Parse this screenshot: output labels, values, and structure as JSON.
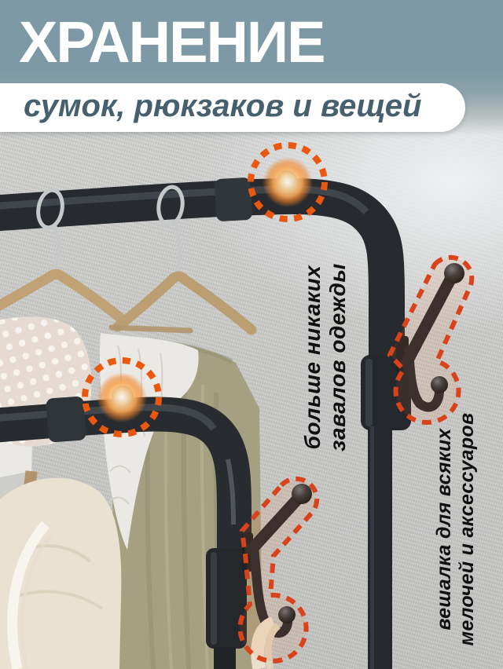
{
  "title": "ХРАНЕНИЕ",
  "banner": {
    "text": "сумок, рюкзаков и вещей"
  },
  "notes": {
    "clothes": {
      "line1": "больше никаких",
      "line2": "завалов одежды"
    },
    "hooks": {
      "line1": "вешалка для всяких",
      "line2": "мелочей и аксессуаров"
    }
  },
  "colors": {
    "header_bg": "#7d99a5",
    "title_color": "#ffffff",
    "banner_bg": "#ffffff",
    "banner_text": "#46616d",
    "note_color": "#101010",
    "highlight": "#ea5810",
    "outline": "#d8431b"
  }
}
